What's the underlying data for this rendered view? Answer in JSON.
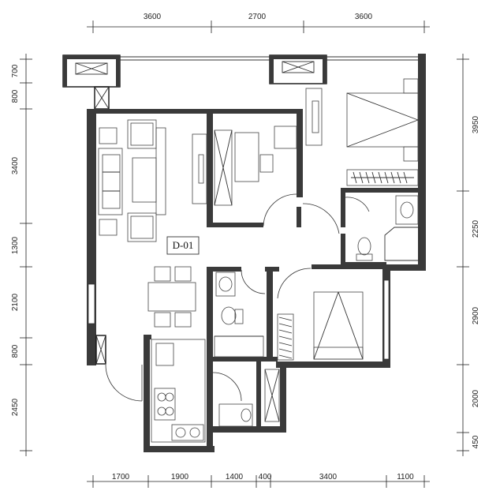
{
  "room_label": "D-01",
  "dimensions": {
    "top": [
      "3600",
      "2700",
      "3600"
    ],
    "bottom": [
      "1700",
      "1900",
      "1400",
      "400",
      "3400",
      "1100"
    ],
    "left": [
      "700",
      "800",
      "3400",
      "1300",
      "2100",
      "800",
      "2450"
    ],
    "right": [
      "3950",
      "2250",
      "2900",
      "2000",
      "450"
    ]
  }
}
